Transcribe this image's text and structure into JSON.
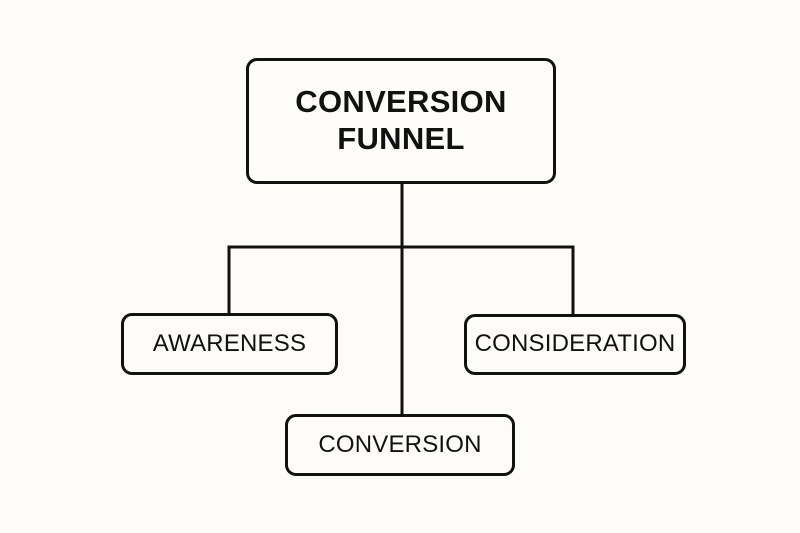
{
  "diagram": {
    "type": "org-chart",
    "background_color": "#FDFCF8",
    "line_color": "#111111",
    "text_color": "#111111",
    "root": {
      "id": "conversion-funnel",
      "label": "CONVERSION\nFUNNEL"
    },
    "children": [
      {
        "id": "awareness",
        "label": "AWARENESS"
      },
      {
        "id": "consideration",
        "label": "CONSIDERATION"
      },
      {
        "id": "conversion",
        "label": "CONVERSION"
      }
    ]
  }
}
